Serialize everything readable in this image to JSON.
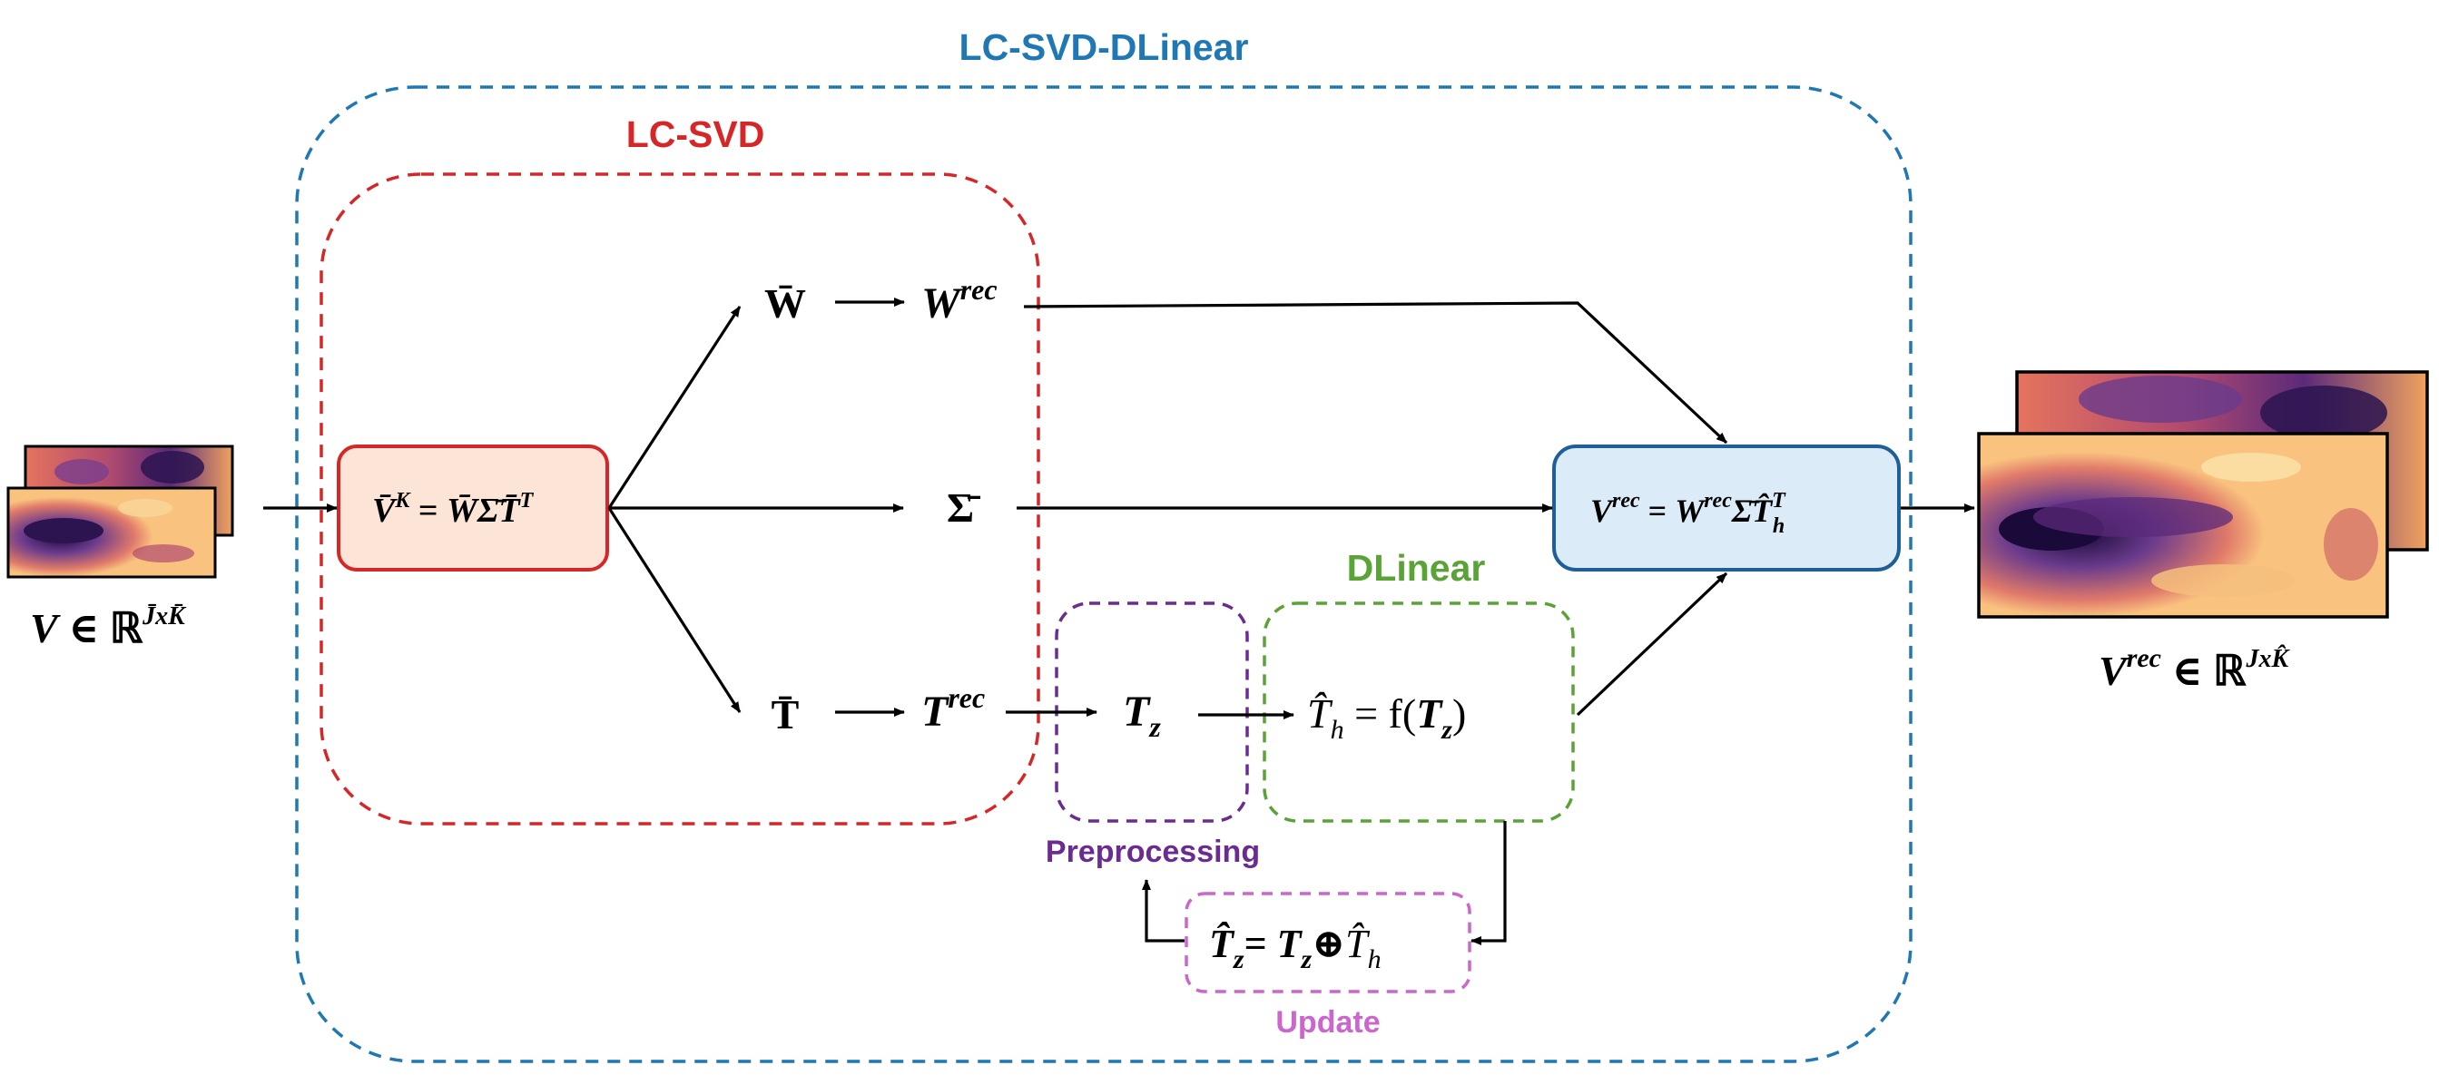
{
  "labels": {
    "outer": "LC-SVD-DLinear",
    "lcsvd": "LC-SVD",
    "dlinear": "DLinear",
    "preprocessing": "Preprocessing",
    "update": "Update"
  },
  "math": {
    "input_set": {
      "base": "V",
      "mid": " ∈ ℝ",
      "sup": "J̄xK̄"
    },
    "decomp": {
      "lhs": "V̄",
      "lhs_sup": "K",
      "eq": " = ",
      "rhs": "W̄Σ̄T̄",
      "rhs_sup": "T"
    },
    "w_bar": "W̄",
    "sigma_bar": "Σ̄",
    "t_bar": "T̄",
    "w_rec": {
      "base": "W",
      "sup": "rec"
    },
    "t_rec": {
      "base": "T",
      "sup": "rec"
    },
    "t_z": {
      "base": "T",
      "sub": "z"
    },
    "dlinear_eq": {
      "lhs": "T̂",
      "lhs_sub": "h",
      "mid": " = f(",
      "arg": "T",
      "arg_sub": "z",
      "end": ")"
    },
    "recon": {
      "lhs": "V",
      "lhs_sup": "rec",
      "eq": " = ",
      "w": "W",
      "w_sup": "rec",
      "mid": "Σ̄T̂",
      "mid_sub": "h",
      "mid_sup": "T"
    },
    "update_eq": {
      "lhs": "T̂",
      "lhs_sub": "z",
      "eq": "= ",
      "a": "T",
      "a_sub": "z",
      "op": "⊕",
      "b": "T̂",
      "b_sub": "h"
    },
    "output_set": {
      "base": "V",
      "sup": "rec",
      "mid": " ∈ ℝ",
      "sup2": "JxK̂"
    }
  },
  "colors": {
    "outer": "#1f77b4",
    "lcsvd": "#d62728",
    "dlinear": "#5aa336",
    "preprocessing": "#6a2c91",
    "update": "#cc66cc",
    "decomp_fill": "#fce4d6",
    "decomp_stroke": "#d62728",
    "recon_fill": "#dcebf8",
    "recon_stroke": "#1f5f99"
  },
  "icons": [
    "flow-field-thumbnail-input",
    "flow-field-thumbnail-output"
  ]
}
